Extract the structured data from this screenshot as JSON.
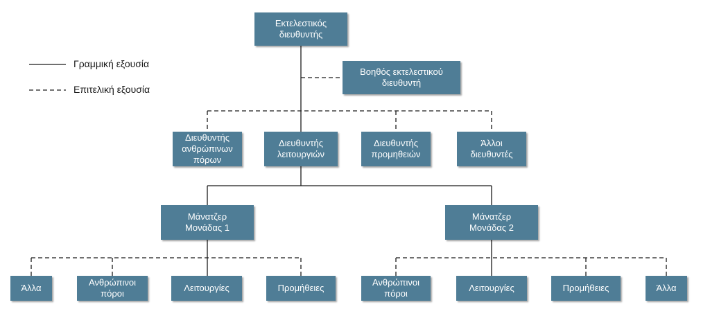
{
  "legend": {
    "line_label": "Γραμμική εξουσία",
    "staff_label": "Επιτελική εξουσία"
  },
  "nodes": {
    "ceo": "Εκτελεστικός\nδιευθυντής",
    "assistant": "Βοηθός εκτελεστικού\nδιευθυντή",
    "hr_director": "Διευθυντής\nανθρώπινων\nπόρων",
    "ops_director": "Διευθυντής\nλειτουργιών",
    "supply_director": "Διευθυντής\nπρομηθειών",
    "other_directors": "Άλλοι\nδιευθυντές",
    "unit1_manager": "Μάνατζερ\nΜονάδας 1",
    "unit2_manager": "Μάνατζερ\nΜονάδας 2",
    "u1_other": "Άλλα",
    "u1_hr": "Ανθρώπινοι\nπόροι",
    "u1_ops": "Λειτουργίες",
    "u1_supply": "Προμήθειες",
    "u2_hr": "Ανθρώπινοι\nπόροι",
    "u2_ops": "Λειτουργίες",
    "u2_supply": "Προμήθειες",
    "u2_other": "Άλλα"
  },
  "colors": {
    "box": "#4f7d96",
    "text": "#ffffff",
    "line": "#1a1a1a"
  }
}
